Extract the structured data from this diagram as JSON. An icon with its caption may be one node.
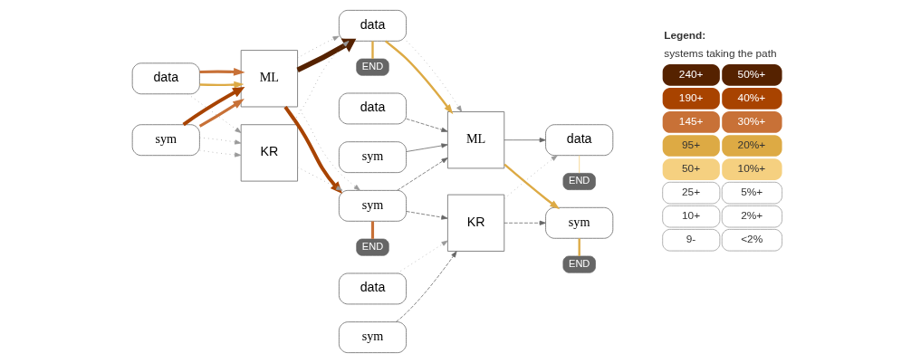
{
  "diagram": {
    "nodes": [
      {
        "text": [
          "data"
        ]
      },
      {
        "text": [
          "sym"
        ]
      },
      {
        "text": [
          "ML"
        ]
      },
      {
        "text": [
          "KR"
        ]
      },
      {
        "text": [
          "END"
        ]
      },
      {
        "text": [
          "data"
        ]
      },
      {
        "text": [
          "sym"
        ]
      },
      {
        "text": [
          "END"
        ]
      },
      {
        "text": [
          "data"
        ]
      },
      {
        "text": [
          "sym"
        ]
      },
      {
        "text": [
          "ML"
        ]
      },
      {
        "text": [
          "KR"
        ]
      },
      {
        "text": [
          "data"
        ]
      },
      {
        "text": [
          "sym"
        ]
      },
      {
        "text": [
          "END"
        ]
      },
      {
        "text": [
          "data"
        ]
      },
      {
        "text": [
          "sym"
        ]
      },
      {
        "text": [
          "END"
        ]
      }
    ],
    "edges": [
      {
        "from": 0,
        "to": 2,
        "arrow": "to",
        "style": "thick",
        "color": "#ddaa44"
      },
      {
        "from": 0,
        "to": 2,
        "arrow": "to",
        "style": "thick",
        "color": "#c87137"
      },
      {
        "from": 1,
        "to": 2,
        "arrow": "to",
        "style": "thick",
        "color": "#c87137"
      },
      {
        "from": 1,
        "to": 2,
        "arrow": "to",
        "style": "thick",
        "color": "#a84300"
      },
      {
        "from": 0,
        "to": 3,
        "arrow": "to",
        "style": "dashed",
        "color": "#999999"
      },
      {
        "from": 1,
        "to": 3,
        "arrow": "to",
        "style": "dashed",
        "color": "#999999"
      },
      {
        "from": 1,
        "to": 3,
        "arrow": "to",
        "style": "dashed",
        "color": "#999999"
      },
      {
        "from": 2,
        "to": 5,
        "arrow": "to",
        "style": "thick",
        "color": "#552200"
      },
      {
        "from": 2,
        "to": 5,
        "arrow": "to",
        "style": "dashed",
        "color": "#999999"
      },
      {
        "from": 3,
        "to": 5,
        "arrow": "to",
        "style": "dashed",
        "color": "#999999"
      },
      {
        "from": 2,
        "to": 6,
        "arrow": "to",
        "style": "thick",
        "color": "#a84300"
      },
      {
        "from": 2,
        "to": 6,
        "arrow": "to",
        "style": "dashed",
        "color": "#999999"
      },
      {
        "from": 3,
        "to": 6,
        "arrow": "to",
        "style": "dashed",
        "color": "#999999"
      },
      {
        "from": 5,
        "to": 4,
        "arrow": "none",
        "style": "thick",
        "color": "#ddaa44"
      },
      {
        "from": 6,
        "to": 7,
        "arrow": "none",
        "style": "thick",
        "color": "#c87137"
      },
      {
        "from": 5,
        "to": 10,
        "arrow": "to",
        "style": "thick",
        "color": "#ddaa44"
      },
      {
        "from": 5,
        "to": 10,
        "arrow": "to",
        "style": "dashed",
        "color": "#999999"
      },
      {
        "from": 6,
        "to": 10,
        "arrow": "to",
        "style": "dashed"
      },
      {
        "from": 6,
        "to": 11,
        "arrow": "to",
        "style": "dashed"
      },
      {
        "from": 8,
        "to": 10,
        "arrow": "to",
        "style": "dashed"
      },
      {
        "from": 9,
        "to": 10,
        "arrow": "to"
      },
      {
        "from": 12,
        "to": 11,
        "arrow": "to",
        "style": "dashed",
        "color": "#999999"
      },
      {
        "from": 13,
        "to": 11,
        "arrow": "to",
        "style": "dashed"
      },
      {
        "from": 10,
        "to": 15,
        "arrow": "to"
      },
      {
        "from": 10,
        "to": 16,
        "arrow": "to",
        "style": "thick",
        "color": "#ddaa44"
      },
      {
        "from": 11,
        "to": 15,
        "arrow": "to",
        "style": "dashed",
        "color": "#999999"
      },
      {
        "from": 11,
        "to": 16,
        "arrow": "to",
        "style": "dashed"
      },
      {
        "from": 15,
        "to": 14,
        "arrow": "none",
        "color": "#f5d080"
      },
      {
        "from": 16,
        "to": 17,
        "arrow": "none",
        "style": "thick",
        "color": "#ddaa44"
      }
    ],
    "labels": [
      "Legend:",
      "systems taking the path"
    ],
    "legend": [
      {
        "text": "240+",
        "color": "#552200"
      },
      {
        "text": "50%+",
        "color": "#552200"
      },
      {
        "text": "190+",
        "color": "#a84300"
      },
      {
        "text": "40%+",
        "color": "#a84300"
      },
      {
        "text": "145+",
        "color": "#c87137"
      },
      {
        "text": "30%+",
        "color": "#c87137"
      },
      {
        "text": "95+",
        "color": "#ddaa44"
      },
      {
        "text": "20%+",
        "color": "#ddaa44"
      },
      {
        "text": "50+",
        "color": "#f5d080"
      },
      {
        "text": "10%+",
        "color": "#f5d080"
      },
      {
        "text": "25+"
      },
      {
        "text": "5%+"
      },
      {
        "text": "10+"
      },
      {
        "text": "2%+"
      },
      {
        "text": "9-"
      },
      {
        "text": "<2%"
      }
    ]
  }
}
